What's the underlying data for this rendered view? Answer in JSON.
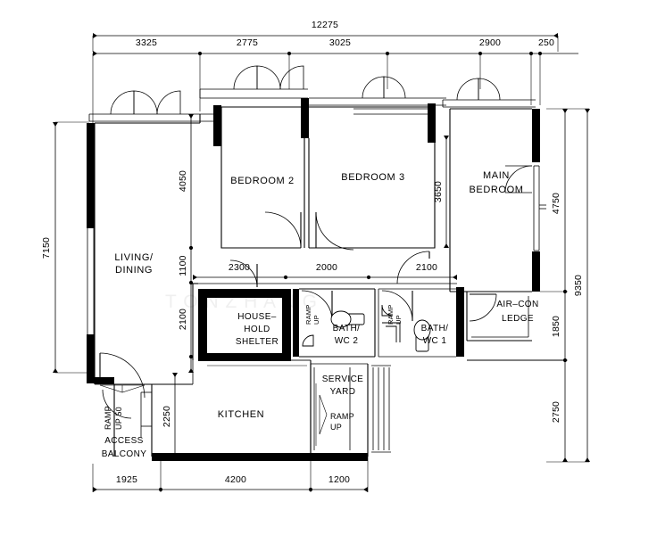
{
  "document": {
    "type": "architectural-floor-plan",
    "title": "Residential Unit Floor Plan",
    "watermark": "T O N Z H A N G"
  },
  "rooms": [
    {
      "id": "living-dining",
      "label": "LIVING/\nDINING",
      "line1": "LIVING/",
      "line2": "DINING"
    },
    {
      "id": "bedroom-2",
      "label": "BEDROOM 2",
      "line1": "BEDROOM 2",
      "line2": ""
    },
    {
      "id": "bedroom-3",
      "label": "BEDROOM 3",
      "line1": "BEDROOM 3",
      "line2": ""
    },
    {
      "id": "main-bedroom",
      "label": "MAIN BEDROOM",
      "line1": "MAIN",
      "line2": "BEDROOM"
    },
    {
      "id": "household-shelter",
      "label": "HOUSE-HOLD SHELTER",
      "line1": "HOUSE–",
      "line2": "HOLD",
      "line3": "SHELTER"
    },
    {
      "id": "bath-wc-2",
      "label": "BATH/ WC 2",
      "line1": "BATH/",
      "line2": "WC 2"
    },
    {
      "id": "bath-wc-1",
      "label": "BATH/ WC 1",
      "line1": "BATH/",
      "line2": "WC 1"
    },
    {
      "id": "air-con-ledge",
      "label": "AIR-CON LEDGE",
      "line1": "AIR–CON",
      "line2": "LEDGE"
    },
    {
      "id": "kitchen",
      "label": "KITCHEN",
      "line1": "KITCHEN",
      "line2": ""
    },
    {
      "id": "service-yard",
      "label": "SERVICE YARD",
      "line1": "SERVICE",
      "line2": "YARD"
    },
    {
      "id": "access-balcony",
      "label": "ACCESS BALCONY",
      "line1": "ACCESS",
      "line2": "BALCONY"
    }
  ],
  "annotations": {
    "ramp_up": "RAMP UP",
    "ramp_word": "RAMP",
    "up_word": "UP",
    "up_50": "UP 50",
    "entry_ramp": "RAMP UP 50"
  },
  "dimensions": {
    "overall_top": "12275",
    "overall_right": "9350",
    "overall_left": "7150",
    "top_chain": [
      "3325",
      "2775",
      "3025",
      "2900",
      "250"
    ],
    "bottom_chain": [
      "1925",
      "4200",
      "1200"
    ],
    "right_chain": [
      "4750",
      "1850",
      "2750"
    ],
    "left_inner_chain": [
      "4050",
      "1100",
      "2100",
      "2250"
    ],
    "interior_mid_chain": [
      "2300",
      "2000",
      "2100"
    ],
    "bedroom3_height": "3650",
    "bedroom2_height": "4050",
    "shelter_height": "2100",
    "corridor_height": "1100",
    "kitchen_height": "2250",
    "main_bedroom_height": "4750",
    "aircon_height": "1850",
    "lower_height": "2750"
  },
  "units": "mm"
}
